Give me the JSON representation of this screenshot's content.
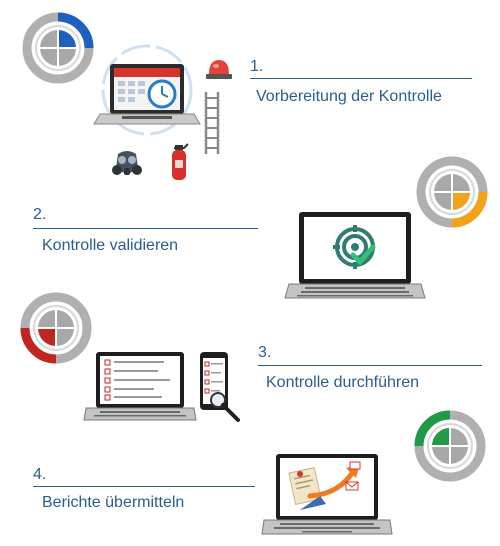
{
  "colors": {
    "text": "#2a5d8f",
    "step1_accent": "#1f5fbf",
    "step2_accent": "#f4a21a",
    "step3_accent": "#c0261f",
    "step4_accent": "#1f9a46",
    "ring_gray": "#a8a8a8"
  },
  "steps": [
    {
      "number": "1.",
      "title": "Vorbereitung der Kontrolle",
      "icon": "preparation-tools-laptop"
    },
    {
      "number": "2.",
      "title": "Kontrolle validieren",
      "icon": "target-check-laptop"
    },
    {
      "number": "3.",
      "title": "Kontrolle durchführen",
      "icon": "checklist-laptop-phone"
    },
    {
      "number": "4.",
      "title": "Berichte übermitteln",
      "icon": "report-send-laptop"
    }
  ]
}
